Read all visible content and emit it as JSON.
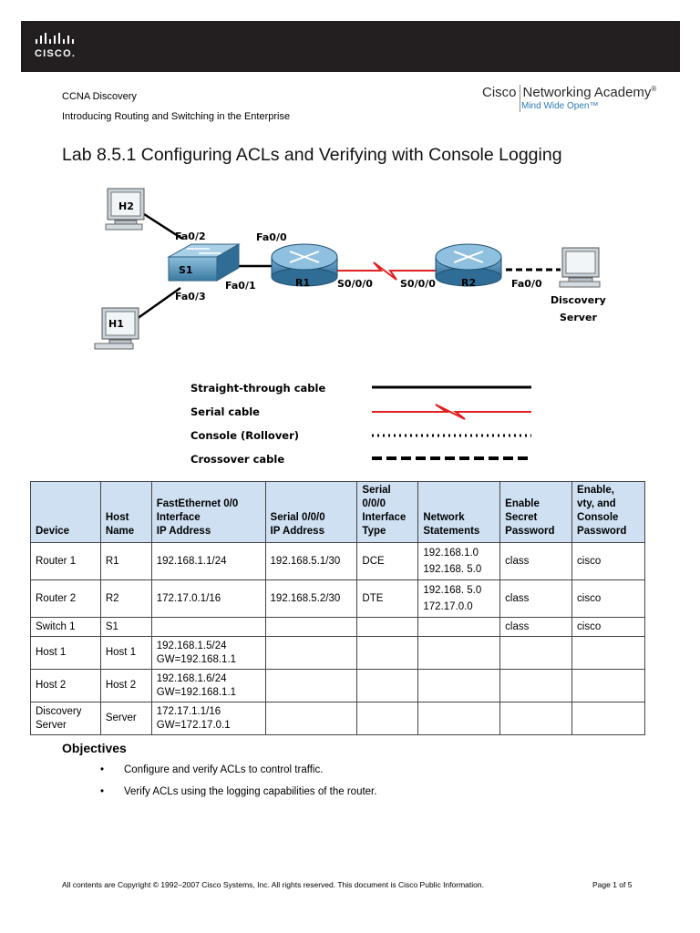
{
  "header": {
    "brand_logo_text": "CISCO.",
    "course": "CCNA Discovery",
    "subtitle": "Introducing Routing and Switching in the Enterprise",
    "academy_part1": "Cisco",
    "academy_part2": "Networking Academy",
    "academy_registered": "®",
    "academy_tagline": "Mind Wide Open™"
  },
  "title": "Lab 8.5.1 Configuring ACLs and Verifying with Console Logging",
  "topology": {
    "devices": {
      "h2": "H2",
      "h1": "H1",
      "s1": "S1",
      "r1": "R1",
      "r2": "R2",
      "server_line1": "Discovery",
      "server_line2": "Server"
    },
    "ports": {
      "s1_fa02": "Fa0/2",
      "s1_fa03": "Fa0/3",
      "s1_fa01": "Fa0/1",
      "r1_fa00": "Fa0/0",
      "r1_s000": "S0/0/0",
      "r2_s000": "S0/0/0",
      "r2_fa00": "Fa0/0"
    },
    "legend": {
      "straight": "Straight-through cable",
      "serial": "Serial cable",
      "console": "Console (Rollover)",
      "crossover": "Crossover cable"
    }
  },
  "table": {
    "headers": [
      "Device",
      "Host Name",
      "FastEthernet 0/0 Interface IP Address",
      "Serial 0/0/0 IP Address",
      "Serial 0/0/0 Interface Type",
      "Network Statements",
      "Enable Secret Password",
      "Enable, vty, and Console Password"
    ],
    "headers_lines": [
      [
        "Device"
      ],
      [
        "Host",
        "Name"
      ],
      [
        "FastEthernet 0/0",
        "Interface",
        "IP Address"
      ],
      [
        "Serial 0/0/0",
        "IP Address"
      ],
      [
        "Serial",
        "0/0/0",
        "Interface",
        "Type"
      ],
      [
        "Network",
        "Statements"
      ],
      [
        "Enable",
        "Secret",
        "Password"
      ],
      [
        "Enable,",
        "vty, and",
        "Console",
        "Password"
      ]
    ],
    "rows": [
      {
        "device": [
          "Router 1"
        ],
        "host": "R1",
        "fa": [
          "192.168.1.1/24"
        ],
        "serial_ip": "192.168.5.1/30",
        "serial_type": "DCE",
        "network": [
          "192.168.1.0",
          "192.168. 5.0"
        ],
        "secret": "class",
        "password": "cisco"
      },
      {
        "device": [
          "Router 2"
        ],
        "host": "R2",
        "fa": [
          "172.17.0.1/16"
        ],
        "serial_ip": "192.168.5.2/30",
        "serial_type": "DTE",
        "network": [
          "192.168. 5.0",
          "172.17.0.0"
        ],
        "secret": "class",
        "password": "cisco"
      },
      {
        "device": [
          "Switch 1"
        ],
        "host": "S1",
        "fa": [],
        "serial_ip": "",
        "serial_type": "",
        "network": [],
        "secret": "class",
        "password": "cisco"
      },
      {
        "device": [
          "Host 1"
        ],
        "host": "Host 1",
        "fa": [
          "192.168.1.5/24",
          "GW=192.168.1.1"
        ],
        "serial_ip": "",
        "serial_type": "",
        "network": [],
        "secret": "",
        "password": ""
      },
      {
        "device": [
          "Host 2"
        ],
        "host": "Host 2",
        "fa": [
          "192.168.1.6/24",
          "GW=192.168.1.1"
        ],
        "serial_ip": "",
        "serial_type": "",
        "network": [],
        "secret": "",
        "password": ""
      },
      {
        "device": [
          "Discovery",
          "Server"
        ],
        "host": "Server",
        "fa": [
          "172.17.1.1/16",
          "GW=172.17.0.1"
        ],
        "serial_ip": "",
        "serial_type": "",
        "network": [],
        "secret": "",
        "password": ""
      }
    ]
  },
  "objectives": {
    "heading": "Objectives",
    "bullet": "•",
    "items": [
      "Configure and verify ACLs to control traffic.",
      "Verify ACLs using the logging capabilities of the router."
    ]
  },
  "footer": {
    "copyright": "All contents are Copyright © 1992–2007 Cisco Systems, Inc. All rights reserved. This document is Cisco Public Information.",
    "page": "Page 1 of 5"
  },
  "colors": {
    "top_bar": "#231f20",
    "router_blue": "#3f7ea6",
    "serial_red": "#e02020",
    "table_header": "#cfe0f3",
    "academy_tagline": "#2b7ab5"
  }
}
